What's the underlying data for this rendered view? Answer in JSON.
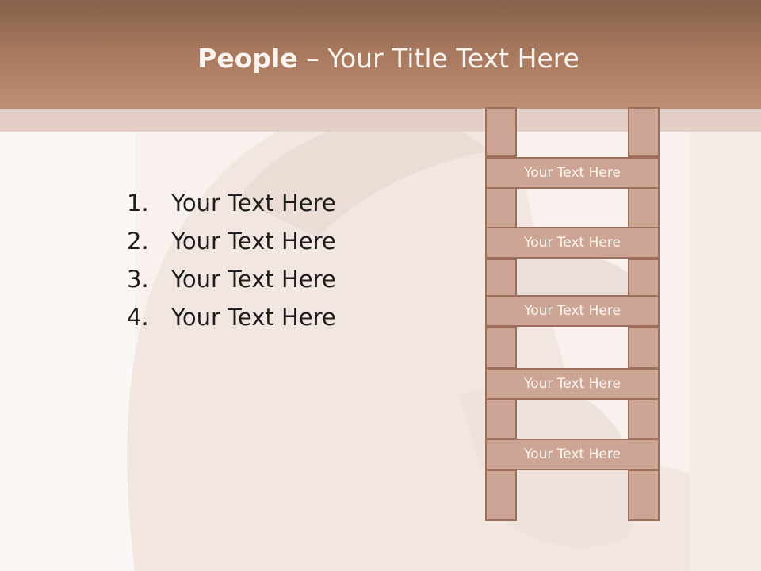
{
  "title": {
    "bold": "People",
    "rest": " – Your Title Text Here"
  },
  "list": [
    {
      "num": "1.",
      "text": "Your Text Here"
    },
    {
      "num": "2.",
      "text": "Your Text Here"
    },
    {
      "num": "3.",
      "text": "Your Text Here"
    },
    {
      "num": "4.",
      "text": "Your Text Here"
    }
  ],
  "ladder": {
    "rungs": [
      "Your Text Here",
      "Your Text Here",
      "Your Text Here",
      "Your Text Here",
      "Your Text Here"
    ]
  },
  "colors": {
    "title_bar": "#a5775d",
    "ladder_fill": "#cca594",
    "ladder_border": "#9e6f5c",
    "background": "#f6efeb"
  }
}
